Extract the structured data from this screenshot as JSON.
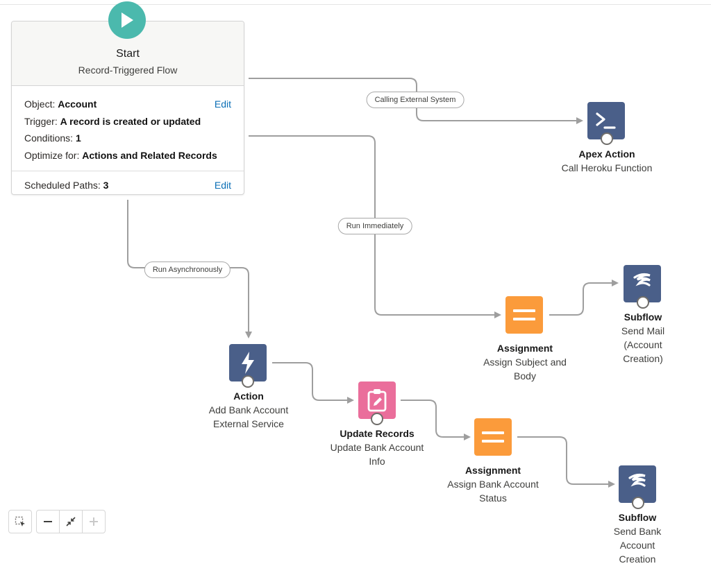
{
  "start": {
    "title": "Start",
    "subtitle": "Record-Triggered Flow",
    "object_label": "Object:",
    "object_value": "Account",
    "trigger_label": "Trigger:",
    "trigger_value": "A record is created or updated",
    "conditions_label": "Conditions:",
    "conditions_value": "1",
    "optimize_label": "Optimize for:",
    "optimize_value": "Actions and Related Records",
    "edit_label": "Edit",
    "scheduled_label": "Scheduled Paths:",
    "scheduled_value": "3",
    "scheduled_edit_label": "Edit"
  },
  "paths": {
    "external": "Calling External System",
    "immediate": "Run Immediately",
    "async": "Run Asynchronously"
  },
  "nodes": {
    "apex": {
      "type": "Apex Action",
      "name": "Call Heroku Function",
      "icon": "terminal-icon",
      "color": "#4a5f89"
    },
    "subflow_mail": {
      "type": "Subflow",
      "name_line1": "Send Mail (Account",
      "name_line2": "Creation)",
      "icon": "subflow-icon",
      "color": "#4a5f89"
    },
    "assign_subject": {
      "type": "Assignment",
      "name_line1": "Assign Subject and",
      "name_line2": "Body",
      "icon": "assignment-icon",
      "color": "#fb9b3b"
    },
    "action": {
      "type": "Action",
      "name_line1": "Add Bank Account",
      "name_line2": "External Service",
      "icon": "lightning-icon",
      "color": "#4a5f89"
    },
    "update": {
      "type": "Update Records",
      "name_line1": "Update Bank Account",
      "name_line2": "Info",
      "icon": "clipboard-edit-icon",
      "color": "#ea6e9b"
    },
    "assign_status": {
      "type": "Assignment",
      "name_line1": "Assign Bank Account",
      "name_line2": "Status",
      "icon": "assignment-icon",
      "color": "#fb9b3b"
    },
    "subflow_bank": {
      "type": "Subflow",
      "name_line1": "Send Bank Account",
      "name_line2": "Creation",
      "icon": "subflow-icon",
      "color": "#4a5f89"
    }
  },
  "controls": {
    "select_icon": "select-icon",
    "zoom_out_icon": "minus-icon",
    "fit_icon": "collapse-icon",
    "zoom_in_icon": "plus-icon"
  },
  "colors": {
    "connector": "#9e9e9e",
    "start": "#4bb9ad",
    "link": "#0b6fb6"
  }
}
